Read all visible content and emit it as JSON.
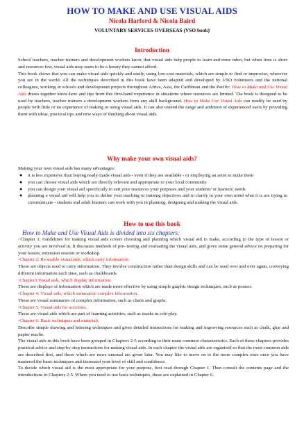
{
  "header": {
    "title": "HOW TO MAKE AND USE VISUAL AIDS",
    "authors": "Nicola Harford & Nicola Baird",
    "publisher": "VOLUNTARY SERVICES OVERSEAS (VSO book)"
  },
  "introduction": {
    "heading": "Introduction",
    "p1": "School teachers, teacher trainers and development workers know that visual aids help people to learn and reme mber, but when time is short and resources few, visual aids may seem to be a luxury they cannot afford.",
    "p2_a": "This book shows that you can make visual aids quickly and easily, using low-cost materials, which are simple to find or improvise, wherever you are in the world. All the techniques described in this book have been adapted and developed by VSO volunteers and the national colleagues, working in schools and development projects throughout Africa, Asia, the Caribbean and the Pacific. ",
    "p2_title1": "How to Make and Use Visual Aids",
    "p2_b": " draws together know-how and tips from this first-hand experience in situations where resources are limited. The book is designed to be used by teachers, teacher trainers a development workers from any skill background. ",
    "p2_title2": "How to Make Use Visual Aids",
    "p2_c": " can readily be used by people with little or no experience of making or using visual aids. It can also extend the range and ambition of experienced users by providing them with ideas, practical tips and new ways of thinking about visual aids."
  },
  "why": {
    "heading": "Why make your own visual aids?",
    "intro": "Making your own visual aids has many advantages:",
    "bullets": [
      "it is less expensive than buying ready-made visual aids - even if they are available - or employing an artist to make them",
      "you can choose visual aids which are directly relevant and appropriate to your local community",
      "you can design your visual aid specifically to suit your resources your purposes and your students' or learners' needs",
      "planning a visual aid will help you to define your teaching or training objectives and to clarify in your own mind what it is are trying to communicate - students and adult learners can work with you in planning, designing and making the visual aids."
    ]
  },
  "howto": {
    "heading": "How to use this book",
    "subheading": "How to Make and Use Visual Aids is divided into six chapters:",
    "marker": "◦",
    "chapters": [
      {
        "label": "Chapter 1: ",
        "label_black": true,
        "desc": "Guidelines for making visual aids covers choosing and planning which visual aid to make, according to the type of lesson or activity you are involved in. It discusses methods of pre- testing and evaluating the visual aids, and gives some general advice on preparing for your lesson, extension session or workshop."
      },
      {
        "label": "Chapter 2: Re-usable visual aids, which carry information.",
        "desc": "These are objects used to carry information. They involve construction rather than design skills and can be used over and over again, conveying different information each time, such as chalkboards."
      },
      {
        "label": "Chapter3:Visual aids, which display information.",
        "desc": "These are displays of information which are made more effective by using simple graphic design techniques, such as posters."
      },
      {
        "label": "Chapter 4: Visual aids, which summarise complex information.",
        "desc": "These are visual summaries of complex information, such as charts and graphs."
      },
      {
        "label": "Chapter 5: Visual aids for activities.",
        "desc": "These are visual aids which are part of learning activities, such as masks in role-play."
      },
      {
        "label": "Chapter 6: Basic techniques and materials",
        "desc": "Describe simple drawing and lettering techniques and gives detailed instructions for making and improving resources such as chalk, glue and papier mache."
      }
    ],
    "closing1": "The visual aids in this book have been grouped in Chapters 2-5 according to their main common characteristics. Each of these chapters provides practical advice and step-by-step instructions for making visual aids. In each chapter the visual aids are organised so that the most common aids are described first, and those which are more unusual are given later. You may like to move on to the more complex ones once you have mastered the basic techniques and increased your level of skill and confidence.",
    "closing2": "To decide which visual aid is the most appropriate for your purpose, first read through Chapter 1. Then consult the contents page and the introductions to Chapters 2-5. Where you need to use basic techniques, these are explained in Chapter 6."
  }
}
